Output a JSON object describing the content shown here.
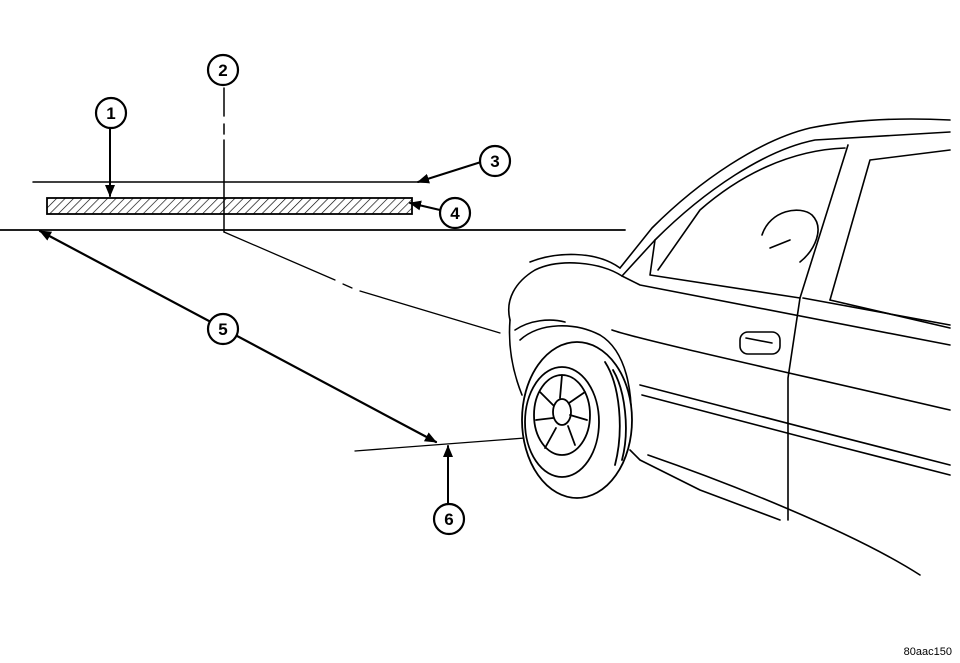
{
  "figure_id": "80aac150",
  "callouts": [
    {
      "number": "1"
    },
    {
      "number": "2"
    },
    {
      "number": "3"
    },
    {
      "number": "4"
    },
    {
      "number": "5"
    },
    {
      "number": "6"
    }
  ],
  "colors": {
    "ink": "#000000",
    "background": "#ffffff"
  }
}
